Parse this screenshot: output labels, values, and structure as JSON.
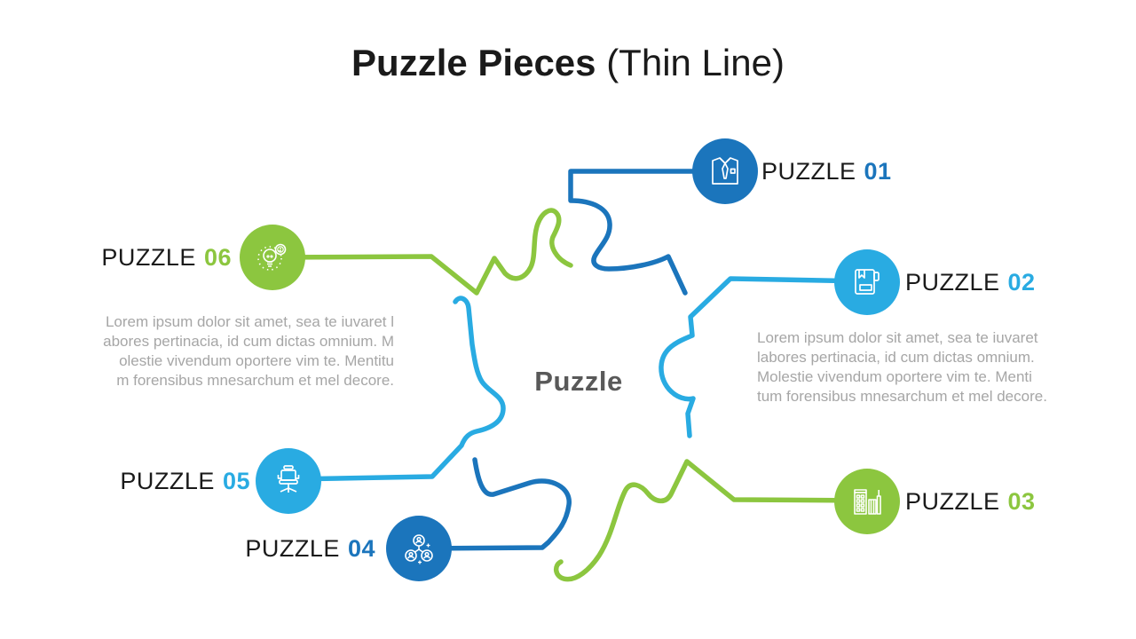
{
  "title": {
    "bold": "Puzzle Pieces",
    "regular": " (Thin Line)"
  },
  "center_label": "Puzzle",
  "colors": {
    "dark_blue": "#1B75BC",
    "light_blue": "#29ABE2",
    "green": "#8CC63F",
    "heading_text": "#1a1a1a",
    "paragraph_text": "#a6a6a6",
    "center_text": "#595959",
    "icon_stroke": "#ffffff"
  },
  "items": [
    {
      "label": "PUZZLE",
      "number": "01",
      "color": "#1B75BC",
      "icon": "shirt-tie-icon"
    },
    {
      "label": "PUZZLE",
      "number": "02",
      "color": "#29ABE2",
      "icon": "book-icon"
    },
    {
      "label": "PUZZLE",
      "number": "03",
      "color": "#8CC63F",
      "icon": "buildings-icon"
    },
    {
      "label": "PUZZLE",
      "number": "04",
      "color": "#1B75BC",
      "icon": "people-network-icon"
    },
    {
      "label": "PUZZLE",
      "number": "05",
      "color": "#29ABE2",
      "icon": "office-chair-icon"
    },
    {
      "label": "PUZZLE",
      "number": "06",
      "color": "#8CC63F",
      "icon": "idea-bulb-icon"
    }
  ],
  "paragraphs": {
    "left": {
      "lines": [
        "Lorem ipsum dolor sit amet, sea te iuvaret l",
        "abores pertinacia, id cum dictas omnium. M",
        "olestie vivendum oportere vim te. Mentitu",
        "m forensibus mnesarchum et mel decore."
      ]
    },
    "right": {
      "lines": [
        "Lorem ipsum dolor sit amet, sea te iuvaret",
        "labores pertinacia, id cum dictas omnium.",
        "Molestie vivendum oportere vim te. Menti",
        "tum forensibus mnesarchum et mel decore."
      ]
    }
  }
}
